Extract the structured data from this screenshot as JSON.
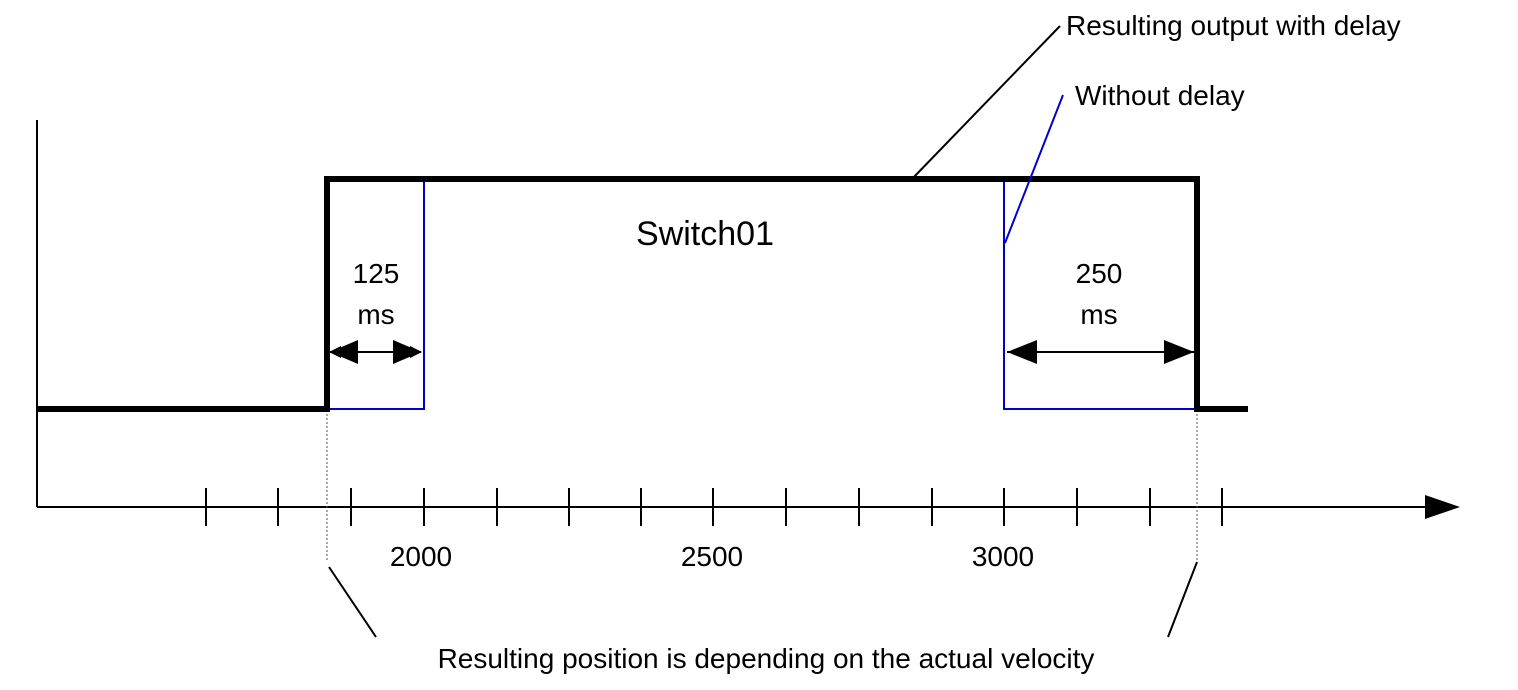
{
  "diagram": {
    "title": "Switch01",
    "annotations": {
      "output_with_delay": "Resulting output with delay",
      "without_delay": "Without delay",
      "position_note": "Resulting position is depending on  the actual velocity"
    },
    "delays": {
      "on": {
        "value": "125",
        "unit": "ms"
      },
      "off": {
        "value": "250",
        "unit": "ms"
      }
    },
    "axis_labels": [
      "2000",
      "2500",
      "3000"
    ]
  },
  "colors": {
    "signal_with_delay": "#000000",
    "signal_without_delay": "#0000cc",
    "axis": "#000000"
  }
}
